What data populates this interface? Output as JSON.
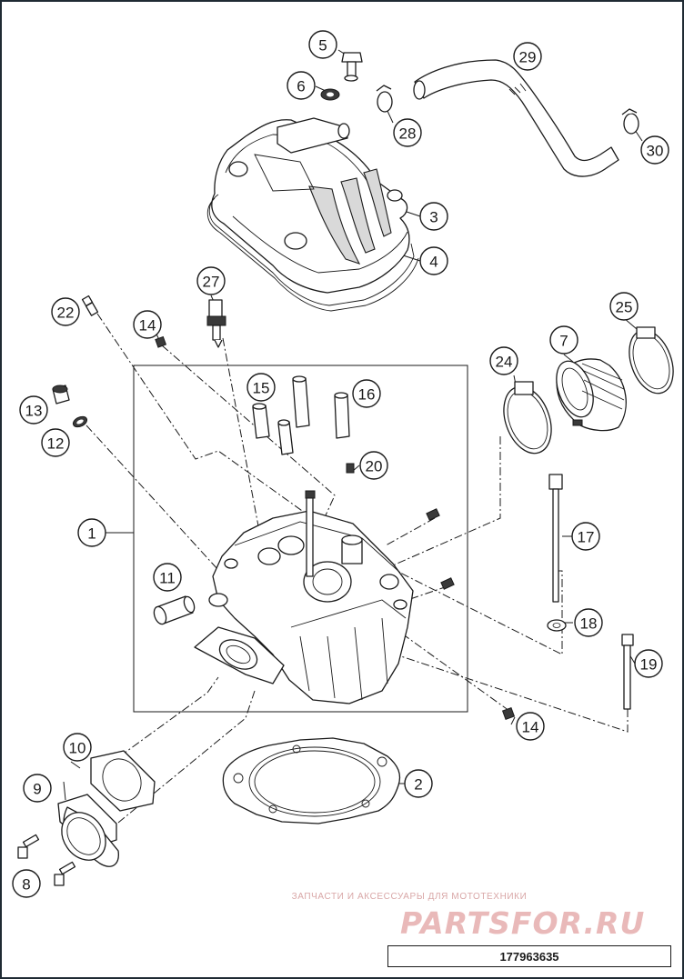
{
  "callouts": {
    "c1": "1",
    "c2": "2",
    "c3": "3",
    "c4": "4",
    "c5": "5",
    "c6": "6",
    "c7": "7",
    "c8": "8",
    "c9": "9",
    "c10": "10",
    "c11": "11",
    "c12": "12",
    "c13": "13",
    "c14a": "14",
    "c14b": "14",
    "c15": "15",
    "c16": "16",
    "c17": "17",
    "c18": "18",
    "c19": "19",
    "c20": "20",
    "c22": "22",
    "c24": "24",
    "c25": "25",
    "c27": "27",
    "c28": "28",
    "c29": "29",
    "c30": "30"
  },
  "watermark": {
    "caption": "ЗАПЧАСТИ И АКСЕССУАРЫ ДЛЯ МОТОТЕХНИКИ",
    "logo": "PARTSFOR.RU"
  },
  "drawing_number": "177963635"
}
